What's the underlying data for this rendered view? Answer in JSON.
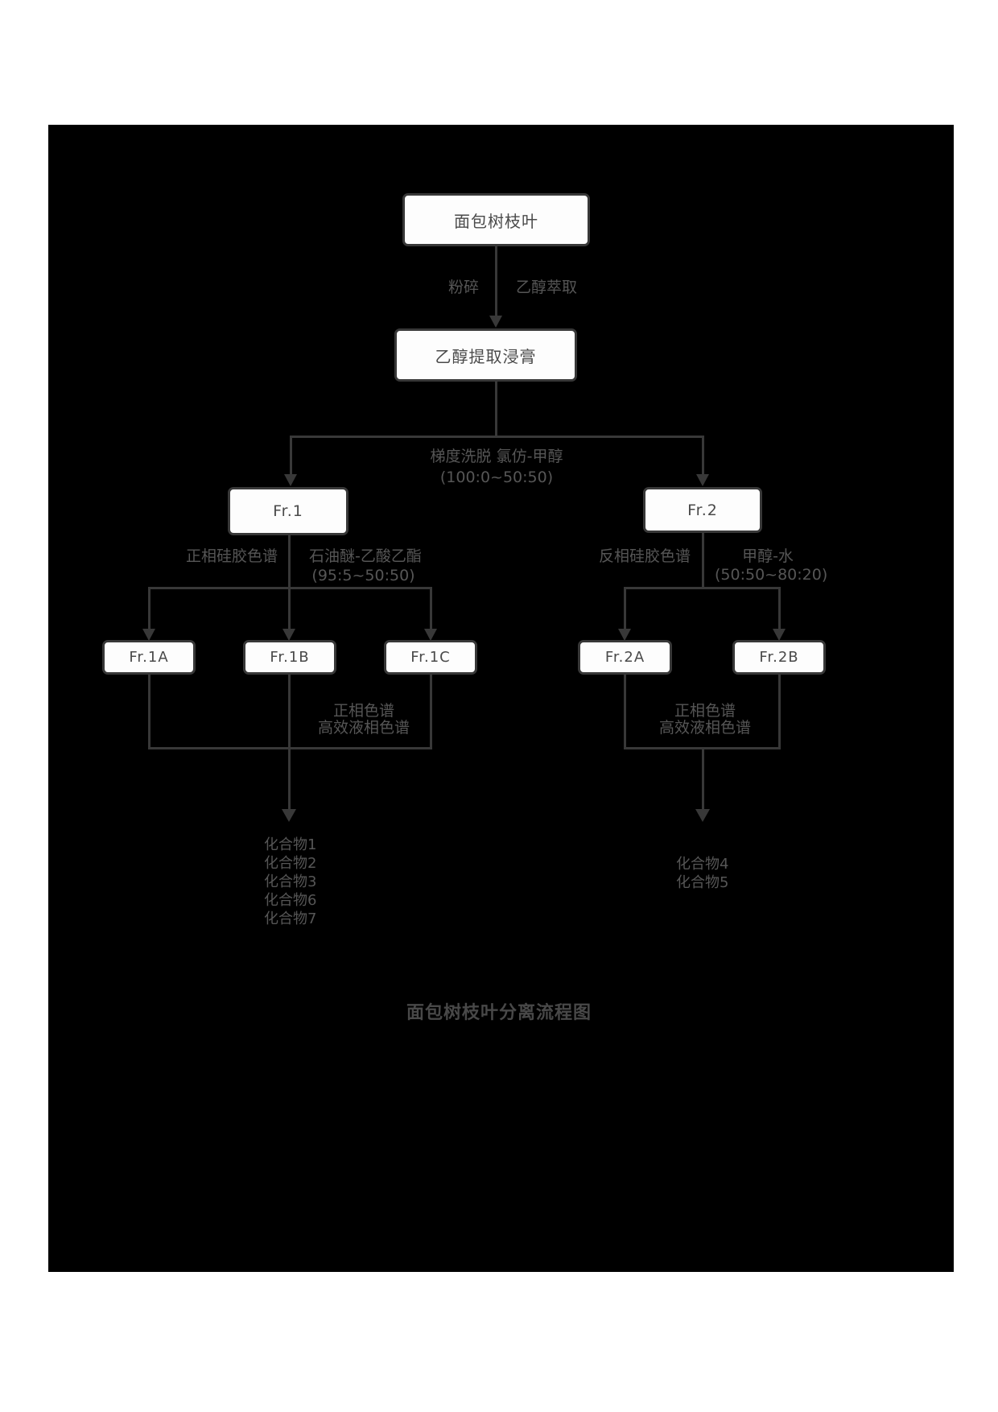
{
  "title": "面包树枝叶分离流程图",
  "nodes": {
    "root": "面包树枝叶",
    "extract": "乙醇提取浸膏",
    "fr1": "Fr.1",
    "fr2": "Fr.2",
    "fr1a": "Fr.1A",
    "fr1b": "Fr.1B",
    "fr1c": "Fr.1C",
    "fr2a": "Fr.2A",
    "fr2b": "Fr.2B"
  },
  "edges": {
    "crush": "粉碎",
    "ethanol_extraction": "乙醇萃取",
    "gradient_elution_line1": "梯度洗脱 氯仿-甲醇",
    "gradient_elution_line2": "(100:0~50:50)",
    "fr1_method": "正相硅胶色谱",
    "fr1_solvent_line1": "石油醚-乙酸乙酯",
    "fr1_solvent_line2": "(95:5~50:50)",
    "fr2_method": "反相硅胶色谱",
    "fr2_solvent_line1": "甲醇-水",
    "fr2_solvent_line2": "(50:50~80:20)",
    "fr1_merge_line1": "正相色谱",
    "fr1_merge_line2": "高效液相色谱",
    "fr2_merge_line1": "正相色谱",
    "fr2_merge_line2": "高效液相色谱"
  },
  "compounds_left": [
    "化合物1",
    "化合物2",
    "化合物3",
    "化合物6",
    "化合物7"
  ],
  "compounds_right": [
    "化合物4",
    "化合物5"
  ],
  "colors": {
    "page_bg": "#ffffff",
    "panel_bg": "#000000",
    "line": "#383838",
    "node_bg": "#fdfdfd",
    "node_border": "#383838",
    "node_text": "#4a4a4a",
    "label_text": "#565656",
    "title_text": "#484848"
  }
}
